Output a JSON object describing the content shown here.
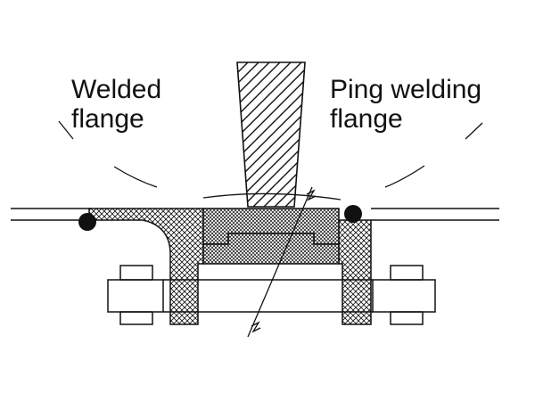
{
  "labels": {
    "left_line1": "Welded",
    "left_line2": "flange",
    "right_line1": "Ping welding",
    "right_line2": "flange"
  },
  "colors": {
    "ink": "#111111",
    "background": "#ffffff"
  }
}
